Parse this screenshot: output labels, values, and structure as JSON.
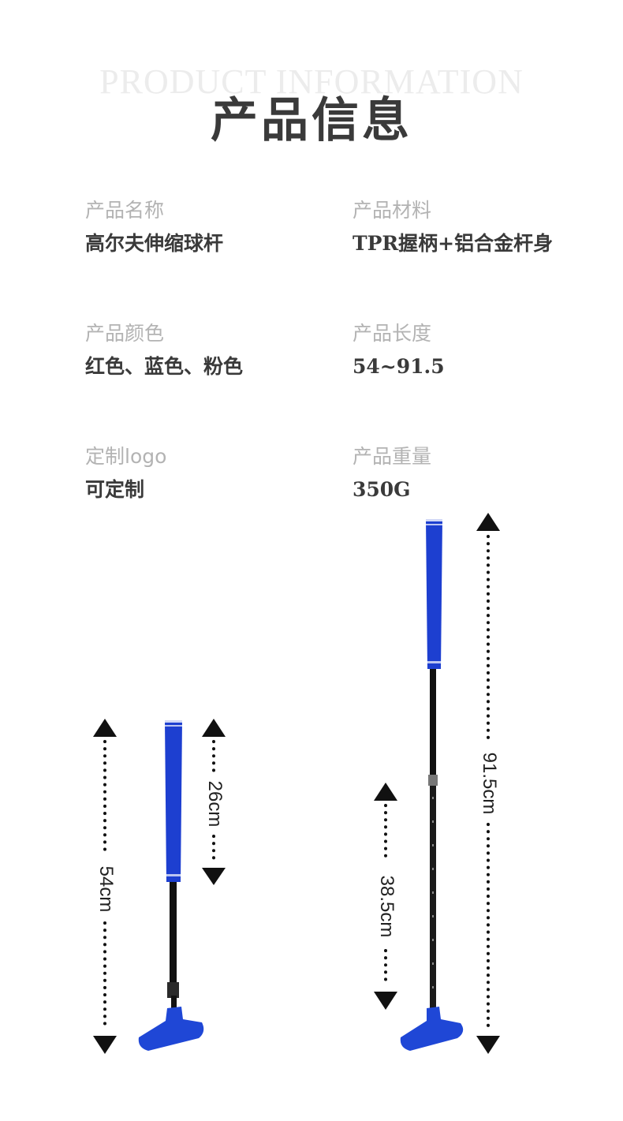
{
  "header": {
    "bg_title": "PRODUCT INFORMATION",
    "title": "产品信息"
  },
  "specs": [
    {
      "label": "产品名称",
      "value": "高尔夫伸缩球杆"
    },
    {
      "label": "产品材料",
      "value": "TPR握柄+铝合金杆身"
    },
    {
      "label": "产品颜色",
      "value": "红色、蓝色、粉色"
    },
    {
      "label": "产品长度",
      "value": "54~91.5"
    },
    {
      "label": "定制logo",
      "value": "可定制"
    },
    {
      "label": "产品重量",
      "value": "350G"
    }
  ],
  "dimensions": {
    "short_total": "54cm",
    "short_grip": "26cm",
    "long_lower": "38.5cm",
    "long_total": "91.5cm"
  },
  "colors": {
    "grip_blue": "#1d3fd0",
    "head_blue": "#1f47d6",
    "shaft": "#111111",
    "text_dark": "#3a3a3a",
    "text_light": "#b3b3b3"
  }
}
